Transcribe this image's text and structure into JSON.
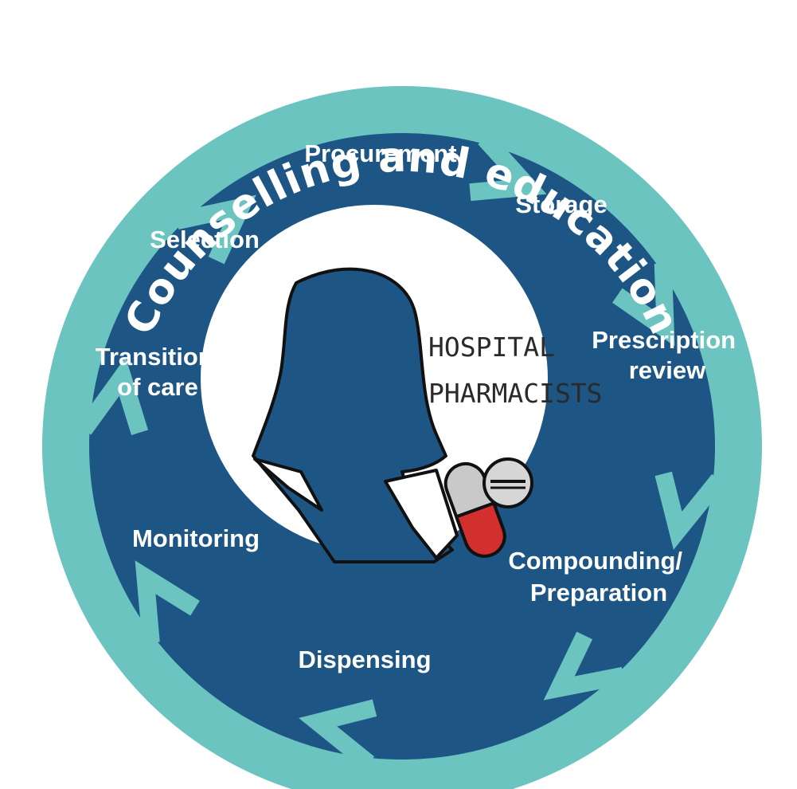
{
  "outer_ring": {
    "label": "Counselling and education"
  },
  "center": {
    "line1": "HOSPITAL",
    "line2": "PHARMACISTS"
  },
  "segments": [
    {
      "id": "procurement",
      "lines": [
        "Procurement"
      ]
    },
    {
      "id": "storage",
      "lines": [
        "Storage"
      ]
    },
    {
      "id": "prescription-review",
      "lines": [
        "Prescription",
        "review"
      ]
    },
    {
      "id": "compounding",
      "lines": [
        "Compounding/",
        "Preparation"
      ]
    },
    {
      "id": "dispensing",
      "lines": [
        "Dispensing"
      ]
    },
    {
      "id": "monitoring",
      "lines": [
        "Monitoring"
      ]
    },
    {
      "id": "transition-of-care",
      "lines": [
        "Transition",
        "of care"
      ]
    },
    {
      "id": "selection",
      "lines": [
        "Selection"
      ]
    }
  ],
  "colors": {
    "outer_ring": "#6cc4c1",
    "inner_disc": "#1d5585",
    "chevron": "#6cc4c1",
    "center_disc": "#ffffff",
    "silhouette": "#1d5585",
    "capsule_red": "#d32f2f",
    "capsule_grey": "#c9c9c9",
    "tablet": "#d6d6d6"
  },
  "icons": {
    "figure": "pharmacist-silhouette-icon",
    "capsule": "capsule-icon",
    "tablet": "tablet-icon"
  }
}
